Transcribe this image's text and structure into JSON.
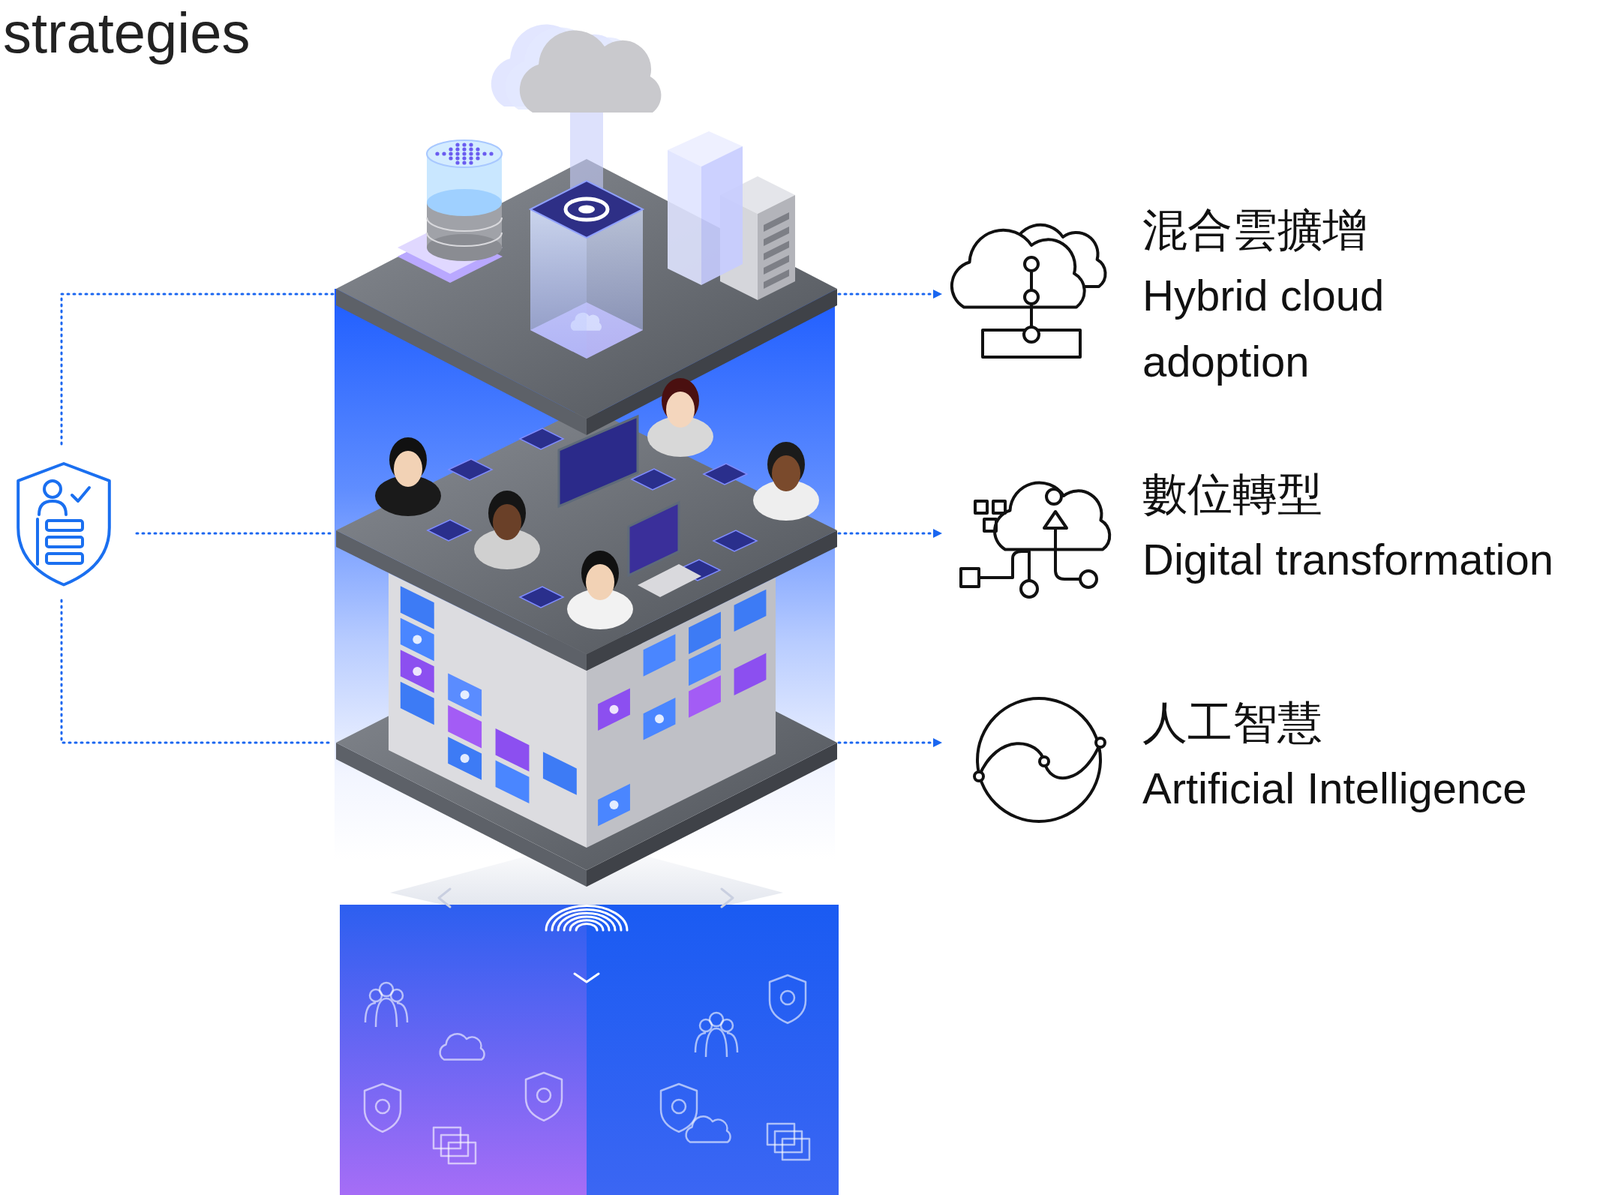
{
  "diagram": {
    "title": "strategies",
    "nodes": [
      {
        "text": [
          "混合雲擴增",
          "Hybrid cloud adoption"
        ]
      },
      {
        "text": [
          "數位轉型",
          "Digital transformation"
        ]
      },
      {
        "text": [
          "人工智慧",
          "Artificial Intelligence"
        ]
      }
    ]
  }
}
